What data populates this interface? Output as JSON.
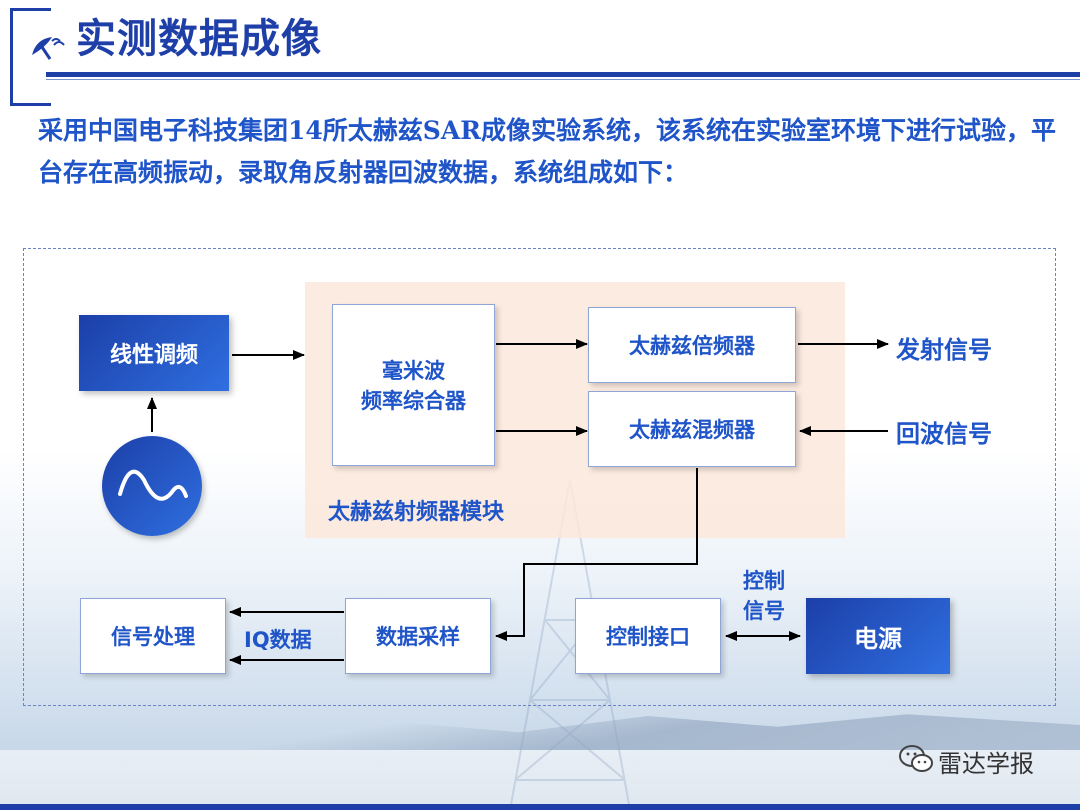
{
  "header": {
    "title": "实测数据成像",
    "logo_icon": "radar-dish-icon"
  },
  "intro": "采用中国电子科技集团14所太赫兹SAR成像实验系统，该系统在实验室环境下进行试验，平台存在高频振动，录取角反射器回波数据，系统组成如下：",
  "diagram": {
    "module_label": "太赫兹射频器模块",
    "blocks": {
      "lfm": "线性调频",
      "synth_line1": "毫米波",
      "synth_line2": "频率综合器",
      "multiplier": "太赫兹倍频器",
      "mixer": "太赫兹混频器",
      "sampling": "数据采样",
      "processing": "信号处理",
      "control_interface": "控制接口",
      "power": "电源"
    },
    "labels": {
      "tx_signal": "发射信号",
      "echo_signal": "回波信号",
      "iq_data": "IQ数据",
      "control_line1": "控制",
      "control_line2": "信号"
    },
    "oscillator_icon": "sine-wave-icon"
  },
  "footer": {
    "brand": "雷达学报",
    "icon": "wechat-icon"
  },
  "colors": {
    "primary": "#1f3fa8",
    "text_blue": "#1f55c8",
    "module_bg": "#fce8da"
  }
}
